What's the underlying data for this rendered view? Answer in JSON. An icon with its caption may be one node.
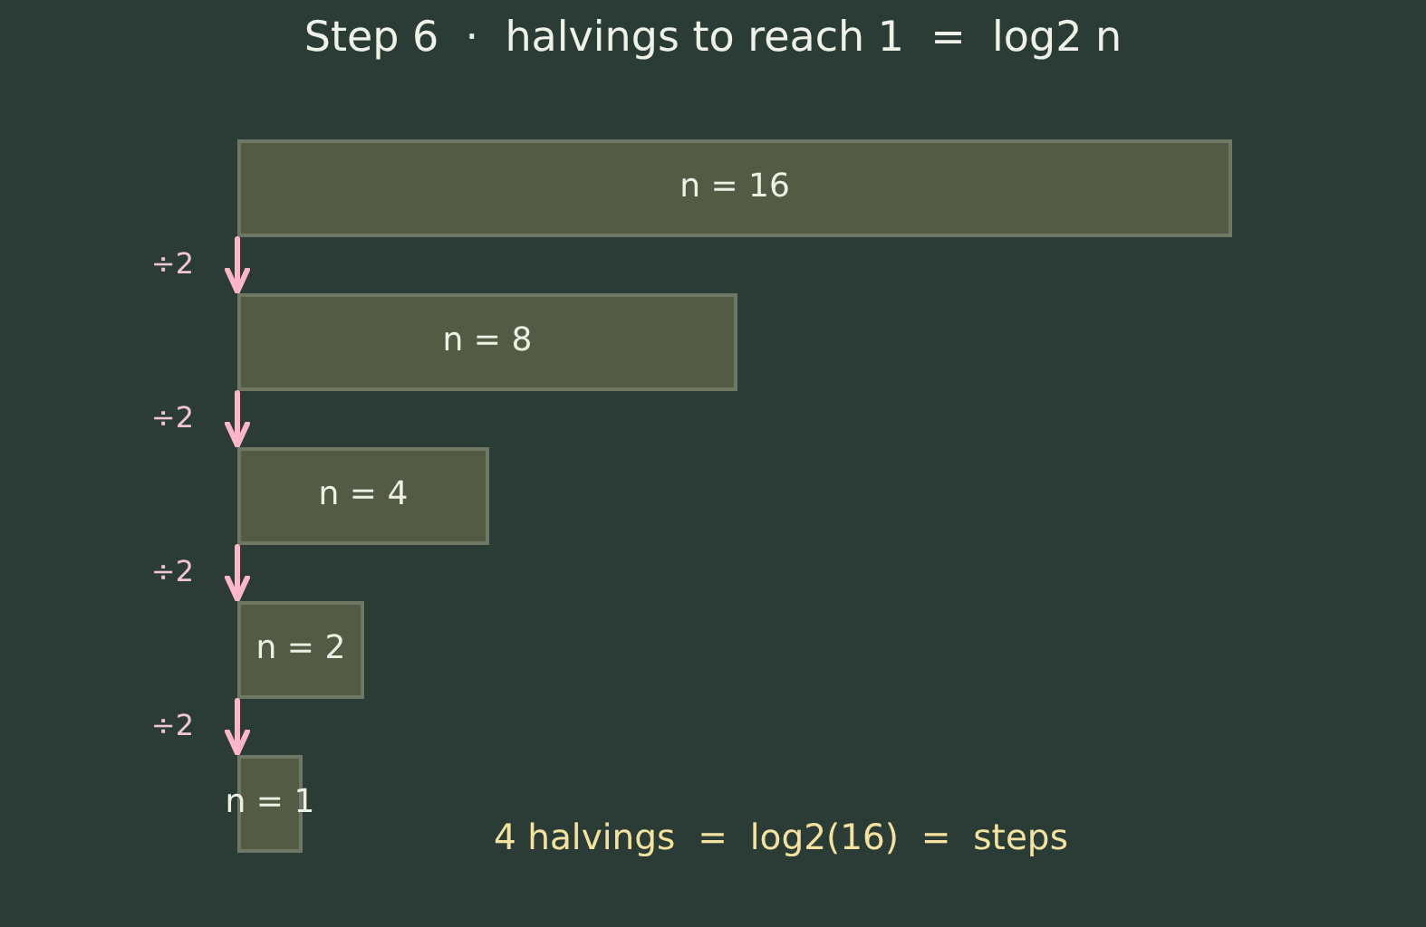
{
  "diagram": {
    "title": "Step 6  ·  halvings to reach 1  =  log2 n",
    "nodes": [
      {
        "text": [
          "n = 16"
        ]
      },
      {
        "text": [
          "n = 8"
        ]
      },
      {
        "text": [
          "n = 4"
        ]
      },
      {
        "text": [
          "n = 2"
        ]
      },
      {
        "text": [
          "n = 1"
        ]
      }
    ],
    "edges": [
      {
        "from": 0,
        "to": 1,
        "arrow": "to",
        "label": "÷2"
      },
      {
        "from": 1,
        "to": 2,
        "arrow": "to",
        "label": "÷2"
      },
      {
        "from": 2,
        "to": 3,
        "arrow": "to",
        "label": "÷2"
      },
      {
        "from": 3,
        "to": 4,
        "arrow": "to",
        "label": "÷2"
      }
    ],
    "labels": [
      "4 halvings  =  log2(16)  =  steps"
    ]
  }
}
